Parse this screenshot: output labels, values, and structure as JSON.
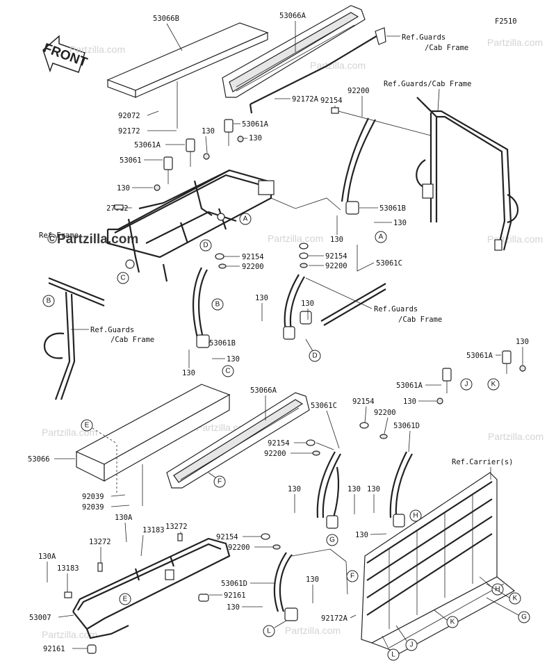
{
  "figure_code": "F2510",
  "front_label": "FRONT",
  "watermark": "Partzilla.com",
  "watermark_main": "©Partzilla.com",
  "refs": {
    "guards_cab_1": "Ref.Guards",
    "guards_cab_1b": "/Cab Frame",
    "guards_cab_2": "Ref.Guards/Cab Frame",
    "guards_cab_3": "Ref.Guards",
    "guards_cab_3b": "/Cab Frame",
    "guards_cab_4": "Ref.Guards",
    "guards_cab_4b": "/Cab Frame",
    "frame": "Ref.Frame",
    "carrier": "Ref.Carrier(s)"
  },
  "labels": {
    "p53066B": "53066B",
    "p53066A_top": "53066A",
    "p53066A_mid": "53066A",
    "p53066": "53066",
    "p92072": "92072",
    "p92172_a": "92172",
    "p92172A_top": "92172A",
    "p92172A_bot": "92172A",
    "p92154_a": "92154",
    "p92154_b": "92154",
    "p92154_c": "92154",
    "p92154_d": "92154",
    "p92154_e": "92154",
    "p92154_f": "92154",
    "p92200_a": "92200",
    "p92200_b": "92200",
    "p92200_c": "92200",
    "p92200_d": "92200",
    "p92200_e": "92200",
    "p92200_f": "92200",
    "p53061A_a": "53061A",
    "p53061A_b": "53061A",
    "p53061A_c": "53061A",
    "p53061A_d": "53061A",
    "p53061_a": "53061",
    "p53061B_a": "53061B",
    "p53061B_b": "53061B",
    "p53061C_a": "53061C",
    "p53061C_b": "53061C",
    "p53061D_a": "53061D",
    "p53061D_b": "53061D",
    "p27012": "27012",
    "p13272_a": "13272",
    "p13272_b": "13272",
    "p13183_a": "13183",
    "p13183_b": "13183",
    "p130A_a": "130A",
    "p130A_b": "130A",
    "p53007": "53007",
    "p92161_a": "92161",
    "p92161_b": "92161",
    "p92039_a": "92039",
    "p92039_b": "92039",
    "p130": "130"
  },
  "callouts": {
    "A": "A",
    "B": "B",
    "C": "C",
    "D": "D",
    "E": "E",
    "F": "F",
    "G": "G",
    "H": "H",
    "J": "J",
    "K": "K",
    "L": "L"
  }
}
